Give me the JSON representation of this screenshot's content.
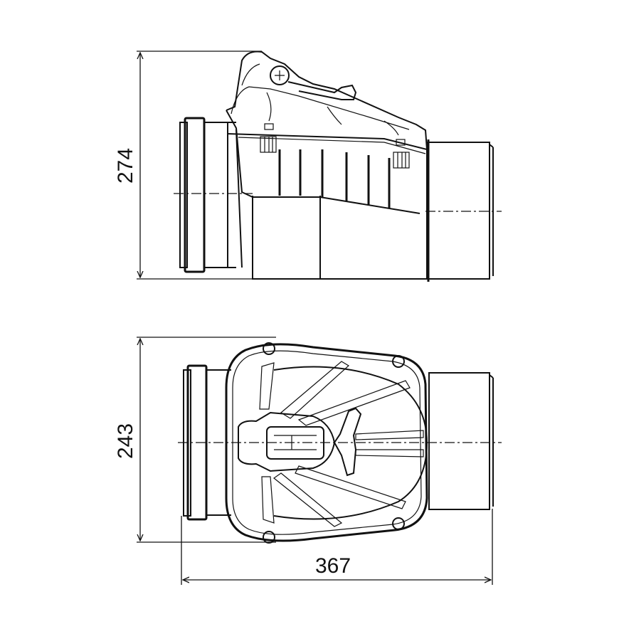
{
  "drawing": {
    "side_view": {
      "height_dimension": "274"
    },
    "top_view": {
      "width_dimension": "243",
      "length_dimension": "367"
    }
  }
}
